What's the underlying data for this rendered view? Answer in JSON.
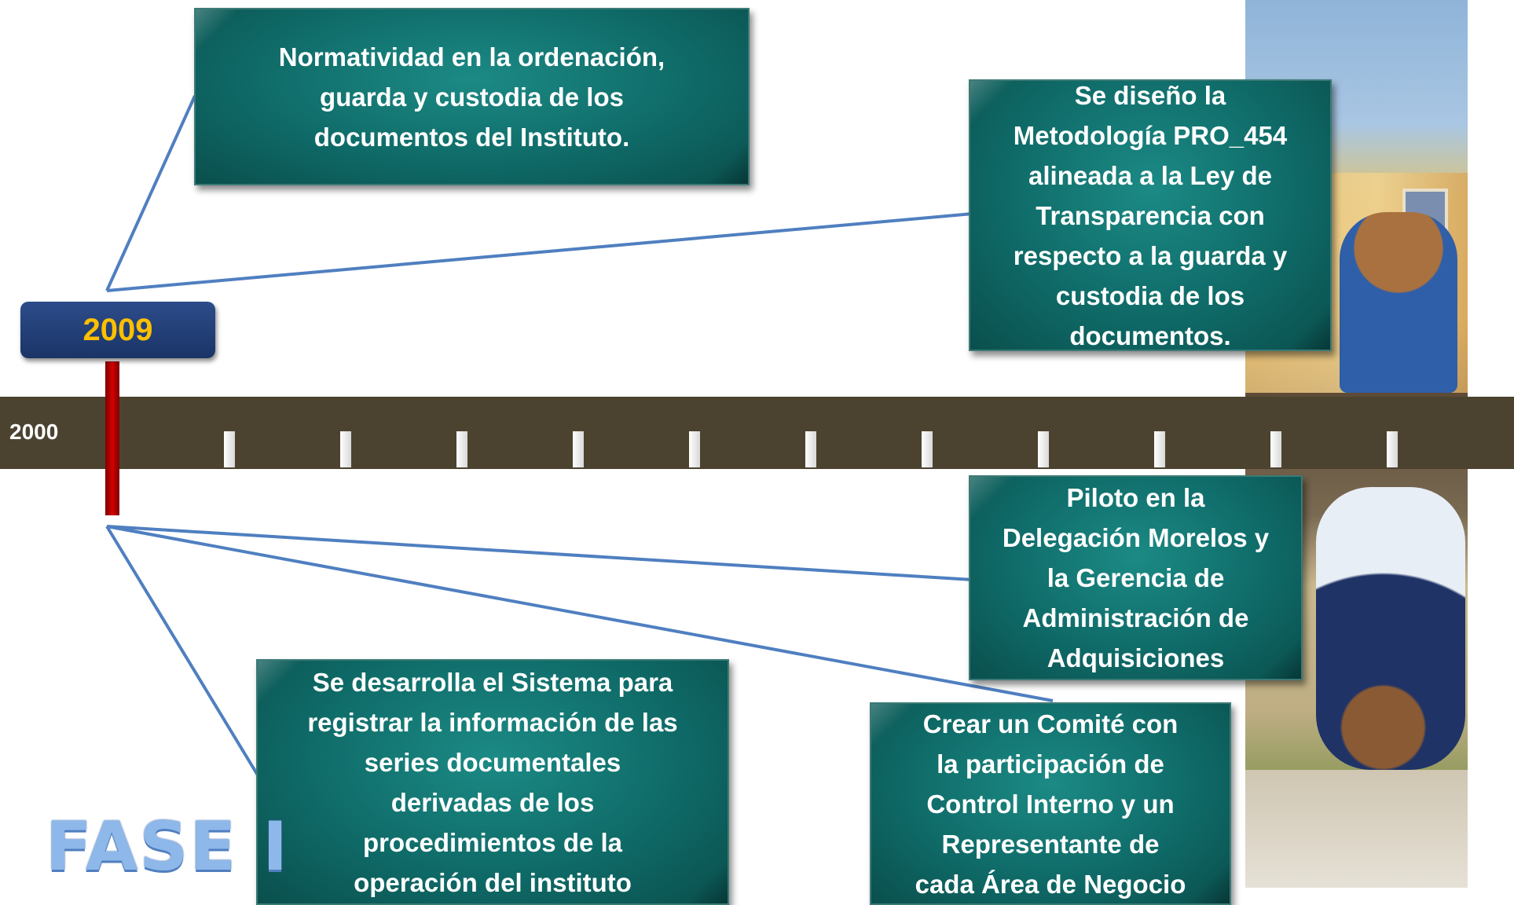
{
  "timeline": {
    "start_label": "2000",
    "year_badge": "2009",
    "tick_count": 11
  },
  "cards": {
    "normatividad": [
      "Normatividad en la ordenación,",
      "guarda y custodia de los",
      "documentos del Instituto."
    ],
    "metodologia": [
      "Se  diseño la",
      "Metodología  PRO_454",
      "alineada  a la Ley de",
      "Transparencia con",
      "respecto a la guarda y",
      "custodia de los",
      "documentos."
    ],
    "piloto": [
      "Piloto en la",
      "Delegación Morelos y",
      "la Gerencia de",
      "Administración de",
      "Adquisiciones"
    ],
    "sistema": [
      "Se desarrolla  el Sistema para",
      "registrar la información de las",
      "series documentales",
      "derivadas de los",
      "procedimientos de la",
      "operación del instituto"
    ],
    "comite": [
      "Crear un Comité con",
      "la participación de",
      "Control Interno y un",
      "Representante de",
      "cada Área de Negocio"
    ]
  },
  "phase_label": "FASE I",
  "colors": {
    "card": "#0f6b68",
    "timeline": "#4b4330",
    "year_box": "#1a3466",
    "year_text": "#ffc000",
    "marker": "#c00000",
    "connector": "#4f7fc0"
  }
}
